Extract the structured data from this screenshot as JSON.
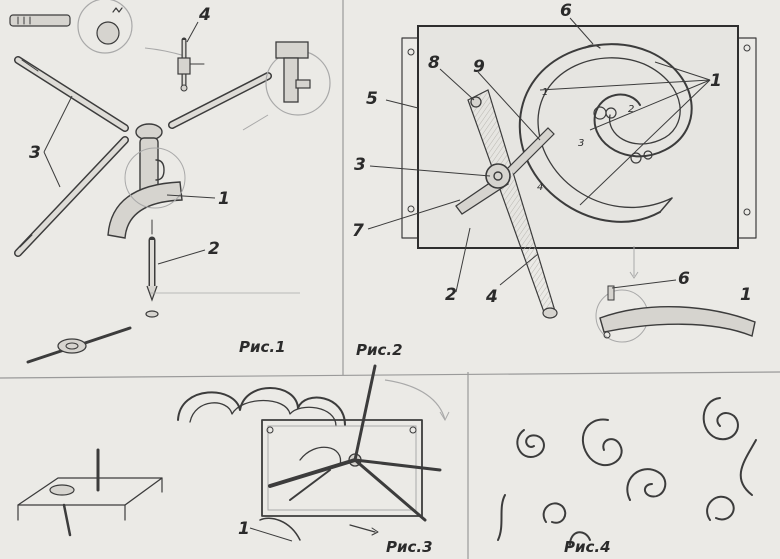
{
  "figures": {
    "fig1": {
      "caption": "Рис.1",
      "labels": {
        "l1": "1",
        "l2": "2",
        "l3": "3",
        "l4": "4"
      }
    },
    "fig2": {
      "caption": "Рис.2",
      "labels": {
        "l1": "1",
        "l1b": "1",
        "l2": "2",
        "l3": "3",
        "l4": "4",
        "l5": "5",
        "l6": "6",
        "l6b": "6",
        "l7": "7",
        "l8": "8",
        "l9": "9"
      },
      "inner_marks": {
        "m1": "1",
        "m2": "2",
        "m3": "3",
        "m4": "4"
      }
    },
    "fig3": {
      "caption": "Рис.3",
      "labels": {
        "l1": "1"
      }
    },
    "fig4": {
      "caption": "Рис.4"
    }
  }
}
